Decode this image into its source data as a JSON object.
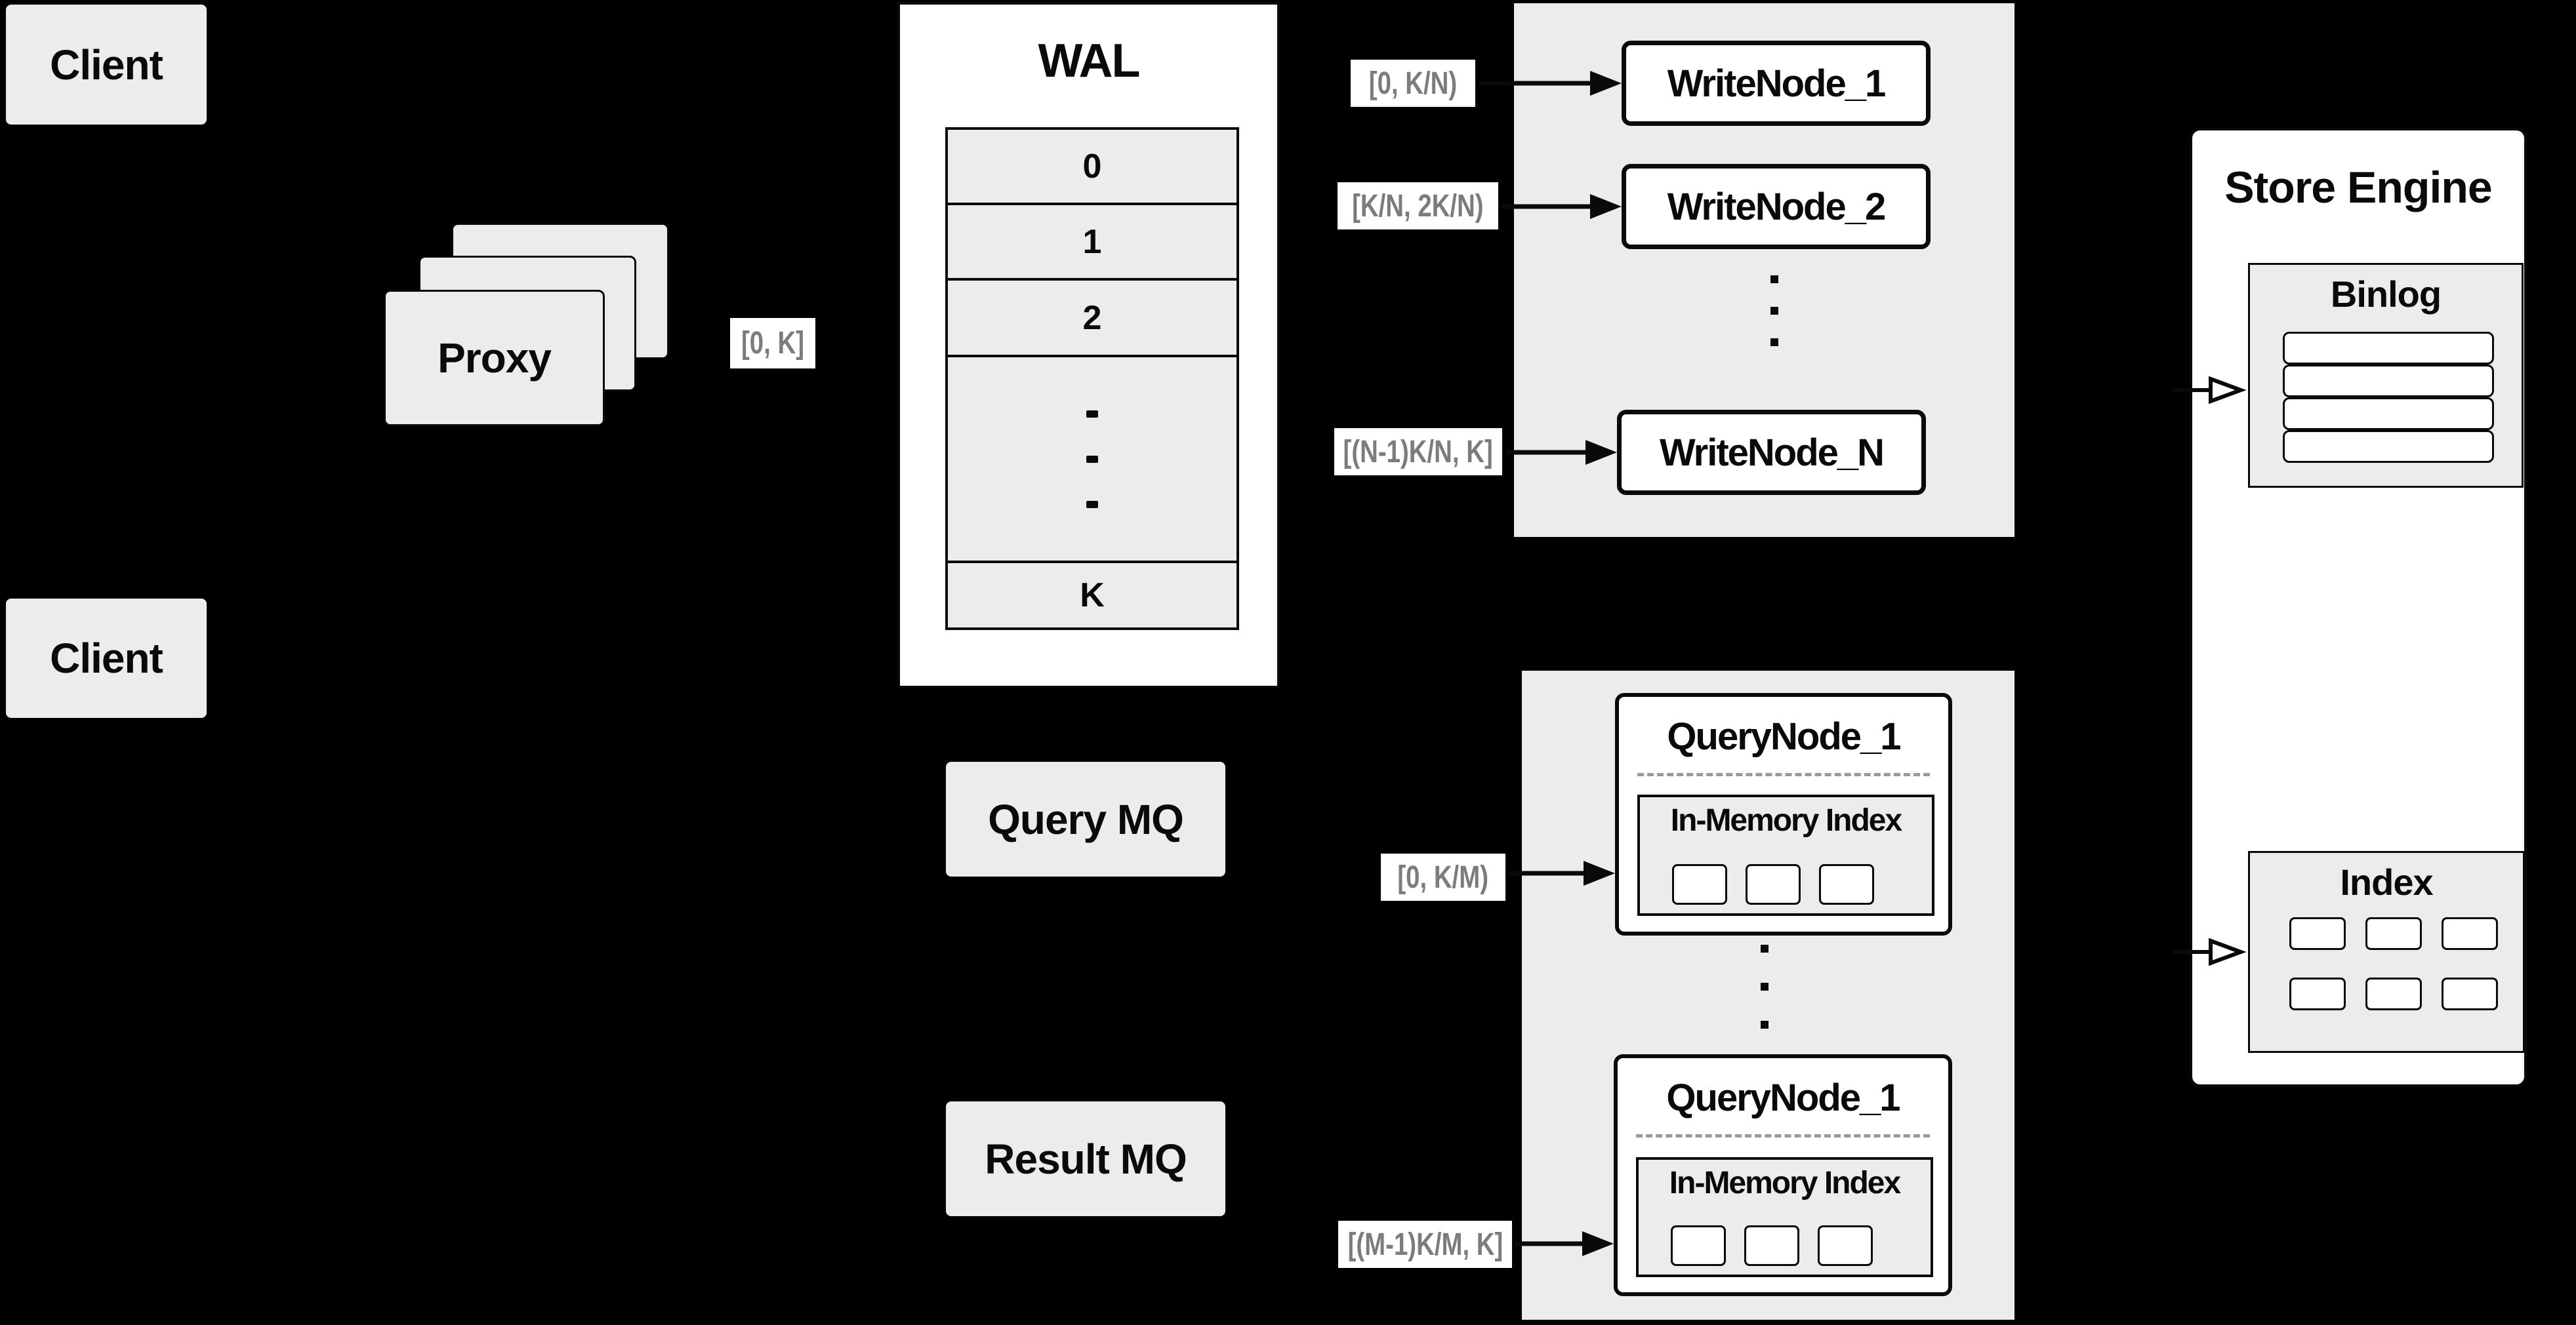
{
  "diagram_title": "",
  "colors": {
    "background": "#000000",
    "panel_gray": "#ececec",
    "panel_white": "#ffffff",
    "line_black": "#0a0a0a",
    "range_label_text": "#7c7c7c",
    "dashed_separator": "#9a9a9a"
  },
  "clients": {
    "top": "Client",
    "middle": "Client"
  },
  "proxy": {
    "label": "Proxy"
  },
  "flow_labels": {
    "proxy_to_wal": "[0, K]"
  },
  "wal": {
    "title": "WAL",
    "segments": [
      "0",
      "1",
      "2",
      "K"
    ]
  },
  "write_nodes": {
    "nodes": [
      {
        "name": "WriteNode_1",
        "range": "[0, K/N)"
      },
      {
        "name": "WriteNode_2",
        "range": "[K/N, 2K/N)"
      },
      {
        "name": "WriteNode_N",
        "range": "[(N-1)K/N, K]"
      }
    ]
  },
  "mq": {
    "query": "Query MQ",
    "result": "Result MQ"
  },
  "store_engine": {
    "title": "Store Engine",
    "binlog_title": "Binlog",
    "index_title": "Index"
  },
  "query_nodes": {
    "nodes": [
      {
        "name": "QueryNode_1",
        "inner_title": "In-Memory Index",
        "range": "[0, K/M)"
      },
      {
        "name": "QueryNode_1",
        "inner_title": "In-Memory Index",
        "range": "[(M-1)K/M, K]"
      }
    ]
  }
}
